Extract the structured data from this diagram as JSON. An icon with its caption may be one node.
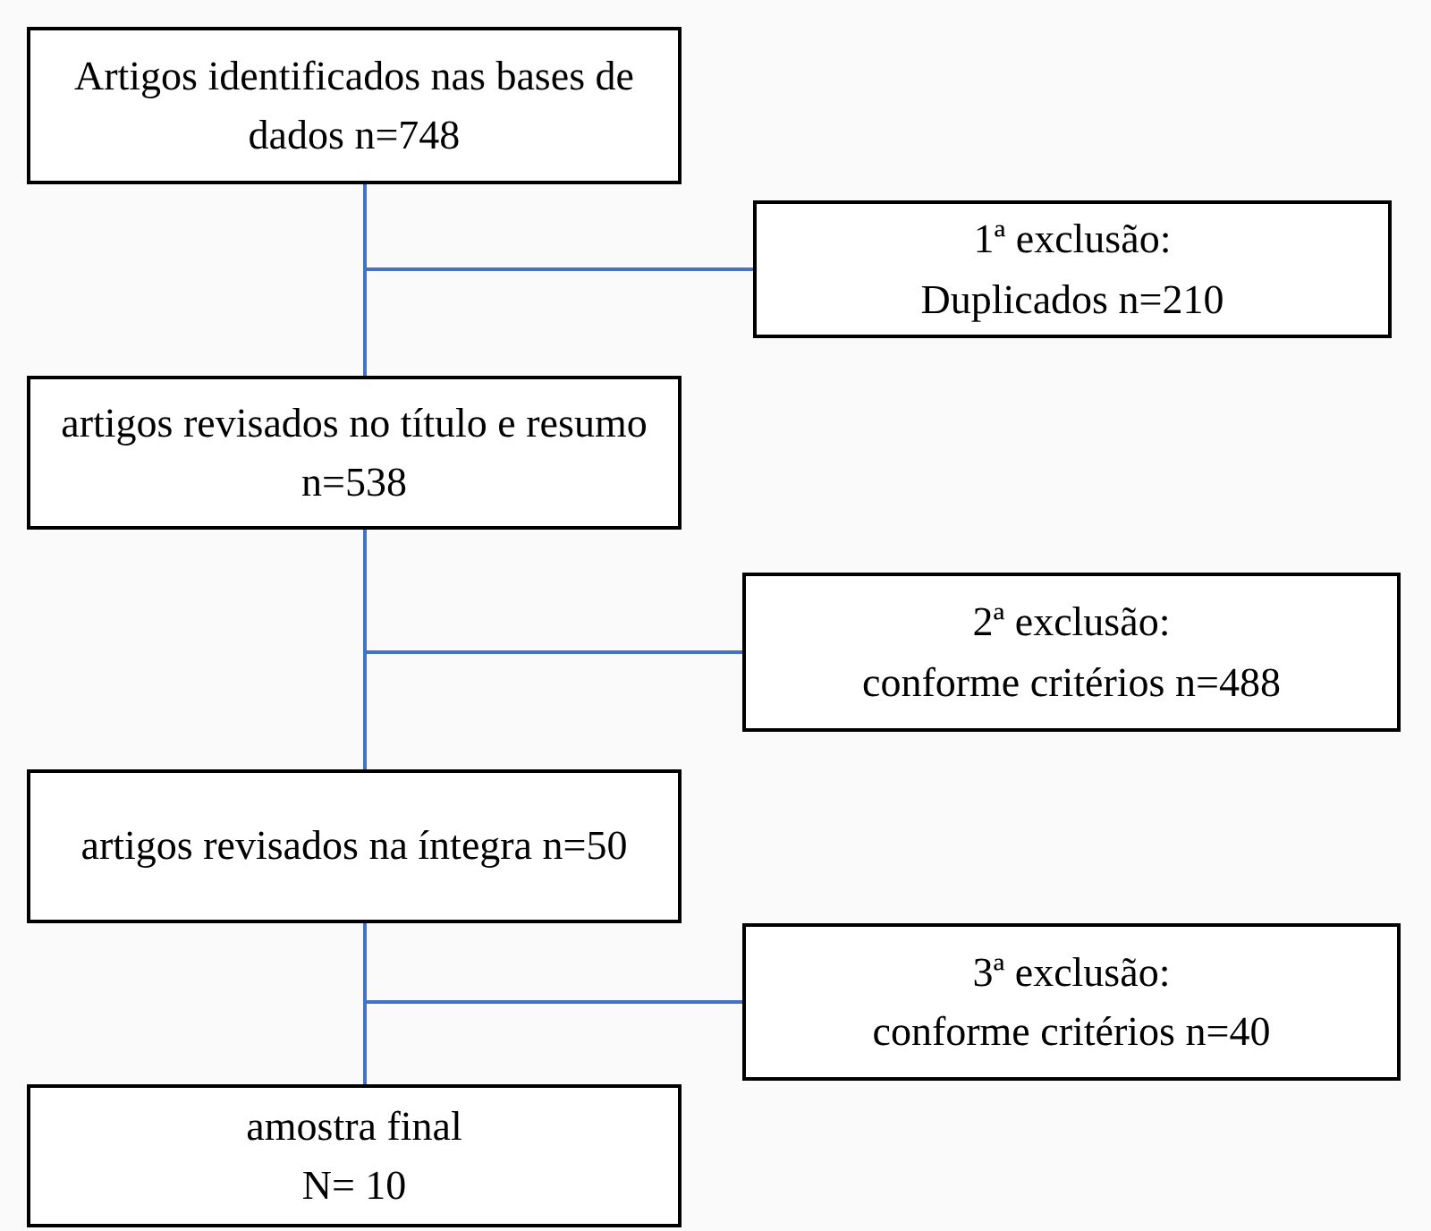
{
  "diagram": {
    "nodes": [
      {
        "text": [
          "Artigos identificados nas bases de dados n=748"
        ]
      },
      {
        "text": [
          "1ª exclusão:",
          "Duplicados n=210"
        ]
      },
      {
        "text": [
          "artigos revisados no título e resumo n=538"
        ]
      },
      {
        "text": [
          "2ª exclusão:",
          "conforme critérios n=488"
        ]
      },
      {
        "text": [
          "artigos revisados na íntegra n=50"
        ]
      },
      {
        "text": [
          "3ª exclusão:",
          "conforme critérios n=40"
        ]
      },
      {
        "text": [
          "amostra final",
          "N= 10"
        ]
      }
    ],
    "edges": [
      {
        "from": 0,
        "to": 2,
        "arrow": "none"
      },
      {
        "from": 0,
        "to": 1,
        "arrow": "none"
      },
      {
        "from": 2,
        "to": 4,
        "arrow": "none"
      },
      {
        "from": 2,
        "to": 3,
        "arrow": "none"
      },
      {
        "from": 4,
        "to": 6,
        "arrow": "none"
      },
      {
        "from": 4,
        "to": 5,
        "arrow": "none"
      }
    ]
  }
}
